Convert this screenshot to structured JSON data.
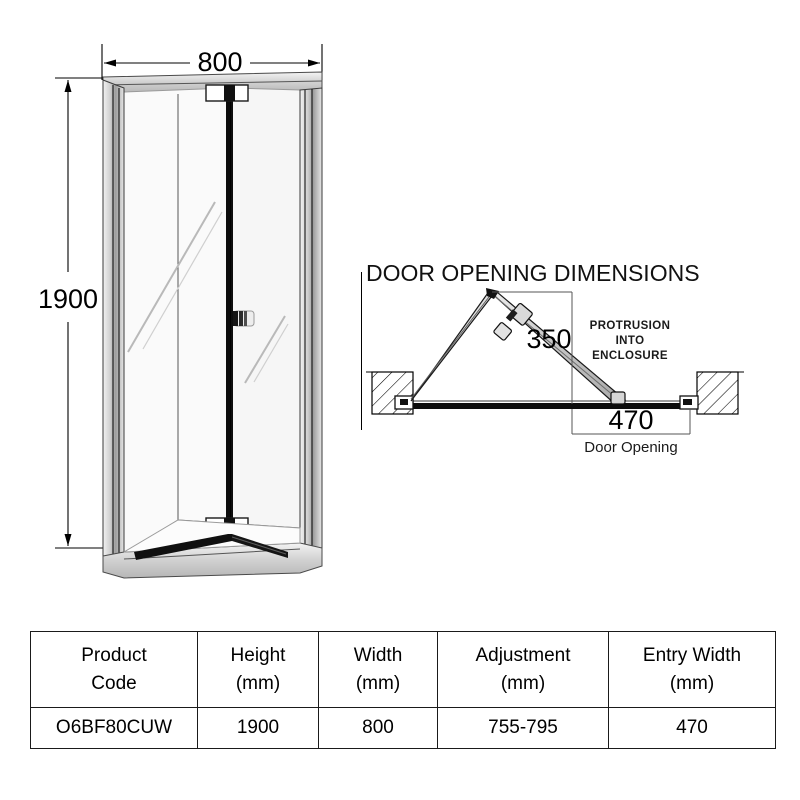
{
  "drawing": {
    "elevation": {
      "name": "bifold-shower-door-elevation",
      "width_dim": "800",
      "height_dim": "1900"
    },
    "plan": {
      "title": "DOOR OPENING DIMENSIONS",
      "protrusion_dim": "350",
      "protrusion_note_line1": "PROTRUSION",
      "protrusion_note_line2": "INTO",
      "protrusion_note_line3": "ENCLOSURE",
      "opening_dim": "470",
      "opening_label": "Door Opening"
    }
  },
  "table": {
    "headers": [
      {
        "line1": "Product",
        "line2": "Code"
      },
      {
        "line1": "Height",
        "line2": "(mm)"
      },
      {
        "line1": "Width",
        "line2": "(mm)"
      },
      {
        "line1": "Adjustment",
        "line2": "(mm)"
      },
      {
        "line1": "Entry Width",
        "line2": "(mm)"
      }
    ],
    "rows": [
      {
        "product_code": "O6BF80CUW",
        "height": "1900",
        "width": "800",
        "adjustment": "755-795",
        "entry_width": "470"
      }
    ]
  },
  "colors": {
    "line": "#000000",
    "glass": "#fbfbfb",
    "frame": "#e3e3e3",
    "dark_post": "#111111"
  }
}
